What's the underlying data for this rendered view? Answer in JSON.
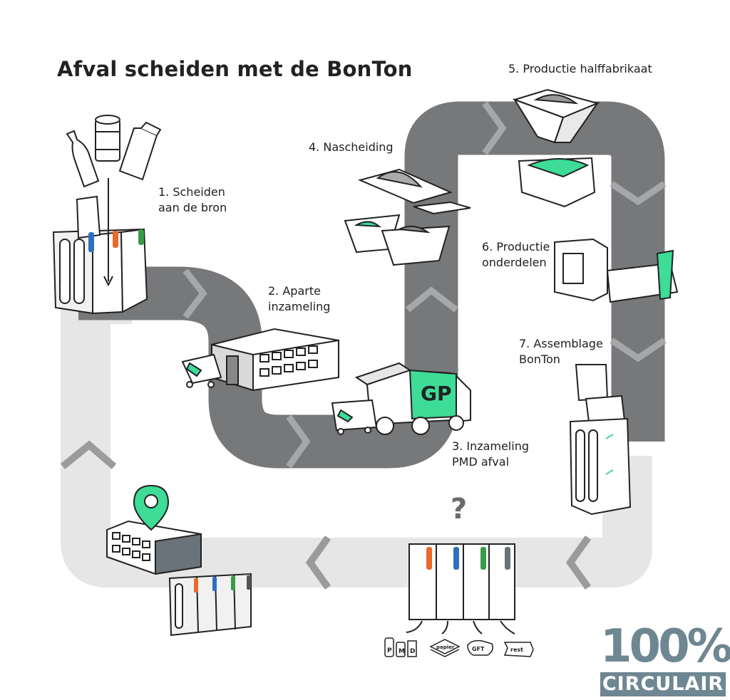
{
  "title": "Afval scheiden met de BonTon",
  "steps": [
    {
      "line1": "1. Scheiden",
      "line2": "aan de bron"
    },
    {
      "line1": "2. Aparte",
      "line2": "inzameling"
    },
    {
      "line1": "3. Inzameling",
      "line2": "PMD afval"
    },
    {
      "line1": "4. Nascheiding",
      "line2": ""
    },
    {
      "line1": "5. Productie halffabrikaat",
      "line2": ""
    },
    {
      "line1": "6. Productie",
      "line2": "onderdelen"
    },
    {
      "line1": "7. Assemblage",
      "line2": "BonTon"
    }
  ],
  "question_mark": "?",
  "truck_logo": "GP",
  "sort_icons": {
    "pmd_p": "P",
    "pmd_m": "M",
    "pmd_d": "D",
    "papier": "papier",
    "gft": "GFT",
    "rest": "rest"
  },
  "logo": {
    "number": "100%",
    "word": "CIRCULAIR"
  },
  "colors": {
    "road_dark": "#77787a",
    "road_light": "#e6e6e7",
    "accent_green": "#3ddc97",
    "accent_orange": "#e86a2a",
    "accent_blue": "#2f6fc0",
    "accent_green_dark": "#3a9b4a",
    "logo": "#6e8792"
  }
}
